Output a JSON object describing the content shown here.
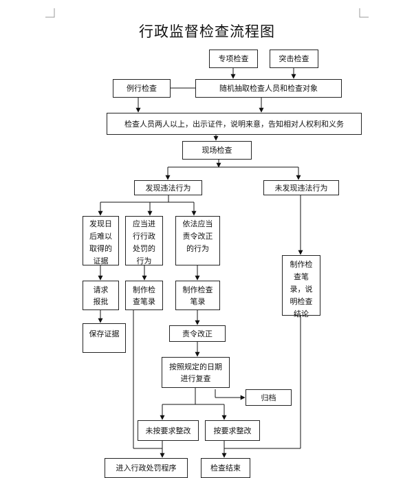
{
  "title": "行政监督检查流程图",
  "nodes": {
    "special_check": "专项检查",
    "surprise_check": "突击检查",
    "routine_check": "例行检查",
    "random_select": "随机抽取检查人员和检查对象",
    "inform": "检查人员两人以上，出示证件，说明来意，告知相对人权利和义务",
    "onsite": "现场检查",
    "violation_found": "发现违法行为",
    "no_violation": "未发现违法行为",
    "evidence_loss": "发现日后难以取得的证据",
    "should_punish": "应当进行行政处罚的行为",
    "order_correct_act": "依法应当责令改正的行为",
    "make_record_conclusion": "制作检查笔录，说明检查结论",
    "request_approval": "请求报批",
    "make_record_1": "制作检查笔录",
    "make_record_2": "制作检查笔录",
    "preserve_evidence": "保存证据",
    "order_correct": "责令改正",
    "recheck": "按照规定的日期进行复查",
    "archive": "归档",
    "not_rectified": "未按要求整改",
    "rectified": "按要求整改",
    "enter_penalty": "进入行政处罚程序",
    "check_end": "检查结束"
  }
}
